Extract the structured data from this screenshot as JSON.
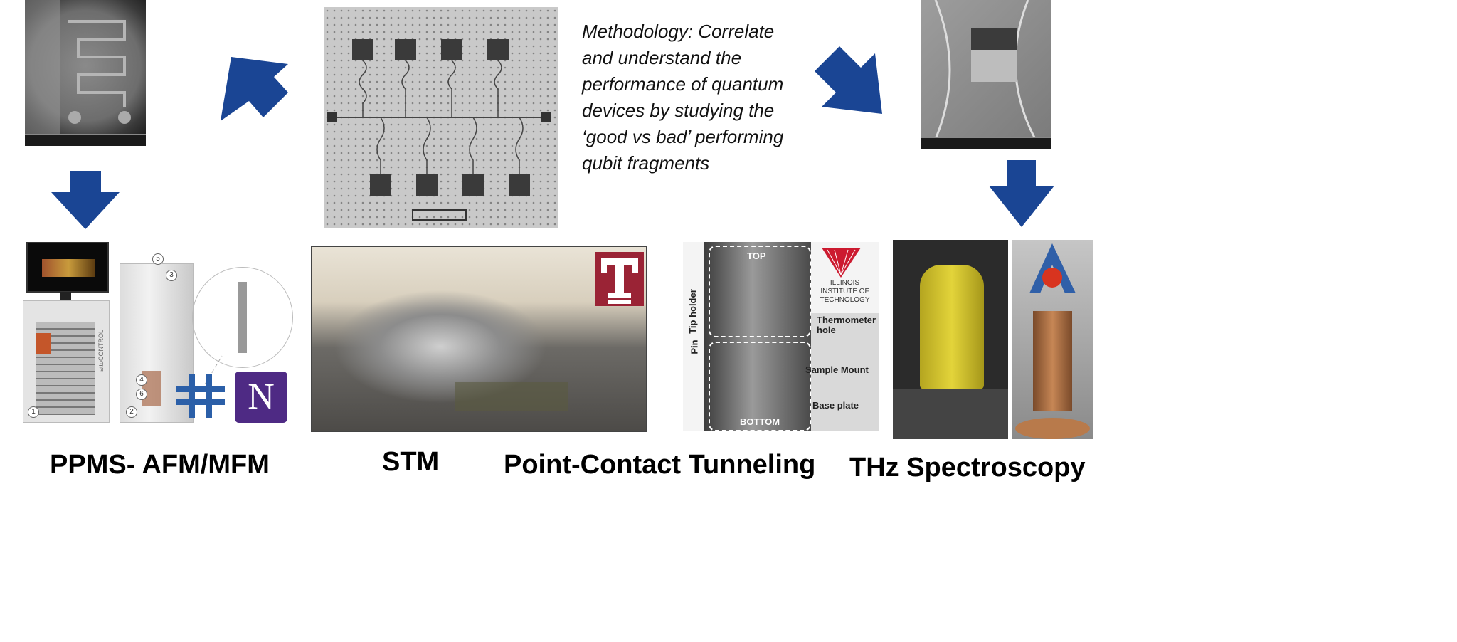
{
  "methodology": {
    "lines": [
      "Methodology: Correlate",
      "and understand the",
      "performance of quantum",
      "devices by studying the",
      "‘good vs bad’ performing",
      "qubit fragments"
    ]
  },
  "techniques": [
    {
      "label": "PPMS- AFM/MFM"
    },
    {
      "label": "STM"
    },
    {
      "label": "Point-Contact Tunneling"
    },
    {
      "label": "THz Spectroscopy"
    }
  ],
  "ppms_image": {
    "brand": "attoCONTROL",
    "markers": [
      "1",
      "2",
      "3",
      "4",
      "5",
      "6"
    ]
  },
  "point_contact_image": {
    "top": "TOP",
    "bottom": "BOTTOM",
    "tip_holder": "Tip holder",
    "pin": "Pin",
    "thermometer_hole": "Thermometer hole",
    "sample_mount": "Sample Mount",
    "base_plate": "Base plate",
    "institution": "ILLINOIS INSTITUTE OF TECHNOLOGY"
  },
  "colors": {
    "arrow": "#1a4594",
    "temple": "#9a2335",
    "fermilab": "#2b5fa8",
    "northwestern": "#4e2a84",
    "iit": "#cc1a2f",
    "thz_yellow": "#d8c832"
  }
}
